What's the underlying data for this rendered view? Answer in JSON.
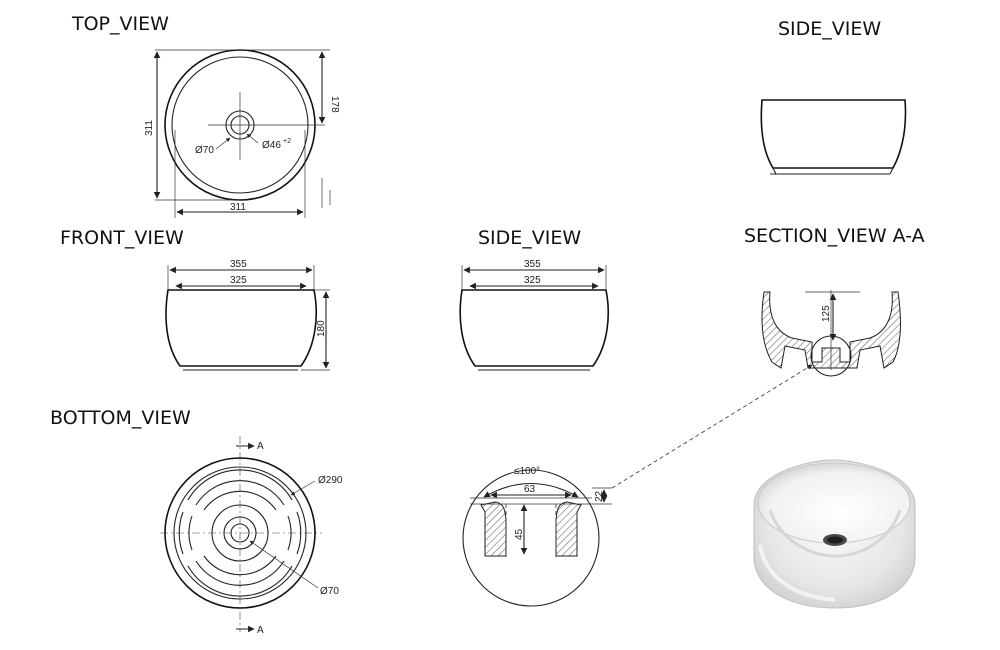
{
  "views": {
    "top": "TOP_VIEW",
    "side_top": "SIDE_VIEW",
    "front": "FRONT_VIEW",
    "side": "SIDE_VIEW",
    "section": "SECTION_VIEW  A-A",
    "bottom": "BOTTOM_VIEW"
  },
  "dims": {
    "top_height_left": "311",
    "top_height_right": "178",
    "top_width": "311",
    "drain_outer": "Ø70",
    "drain_inner": "Ø46",
    "drain_tol": "+2",
    "front_outer": "355",
    "front_inner": "325",
    "front_height": "180",
    "side_outer": "355",
    "side_inner": "325",
    "section_depth": "125",
    "bottom_outer": "Ø290",
    "bottom_drain": "Ø70",
    "section_marker_top": "A",
    "section_marker_bottom": "A",
    "detail_angle": "≤100°",
    "detail_width": "63",
    "detail_depth": "45",
    "detail_right": "22"
  },
  "colors": {
    "ink": "#222222",
    "hatch": "#555555",
    "basin_glaze": "#ececec"
  }
}
